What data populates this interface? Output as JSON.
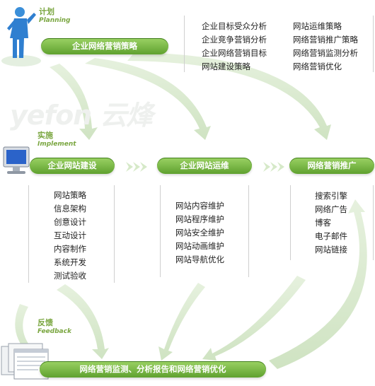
{
  "stages": {
    "plan": {
      "cn": "计划",
      "en": "Planning"
    },
    "implement": {
      "cn": "实施",
      "en": "Implement"
    },
    "feedback": {
      "cn": "反馈",
      "en": "Feedback"
    }
  },
  "pills": {
    "strategy": "企业网络营销策略",
    "build": "企业网站建设",
    "operate": "企业网站运维",
    "promote": "网络营销推广",
    "monitor": "网络营销监测、分析报告和网络营销优化"
  },
  "strategy_list_left": [
    "企业目标受众分析",
    "企业竞争营销分析",
    "企业网络营销目标",
    "网站建设策略"
  ],
  "strategy_list_right": [
    "网站运维策略",
    "网络营销推广策略",
    "网络营销监测分析",
    "网络营销优化"
  ],
  "build_list": [
    "网站策略",
    "信息架构",
    "创意设计",
    "互动设计",
    "内容制作",
    "系统开发",
    "测试验收"
  ],
  "operate_list": [
    "网站内容维护",
    "网站程序维护",
    "网站安全维护",
    "网站动画维护",
    "网站导航优化"
  ],
  "promote_list": [
    "搜索引擎",
    "网络广告",
    "博客",
    "电子邮件",
    "网站链接"
  ],
  "watermark": "yefon 云烽",
  "colors": {
    "green_light": "#9bd264",
    "green_dark": "#5fa12f",
    "arrow": "#d9ead0"
  }
}
